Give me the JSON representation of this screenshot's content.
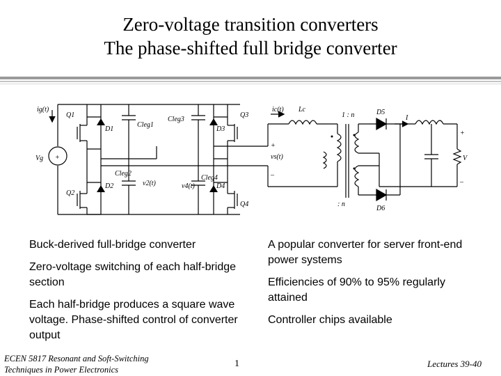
{
  "slide": {
    "title_line1": "Zero-voltage transition converters",
    "title_line2": "The phase-shifted full bridge converter"
  },
  "schematic": {
    "labels": {
      "ig": "ig(t)",
      "vg": "Vg",
      "q1": "Q1",
      "d1": "D1",
      "q2": "Q2",
      "d2": "D2",
      "q3": "Q3",
      "d3": "D3",
      "q4": "Q4",
      "d4": "D4",
      "cleg1": "Cleg1",
      "cleg2": "Cleg2",
      "cleg3": "Cleg3",
      "cleg4": "Cleg4",
      "v2": "v2(t)",
      "v4": "v4(t)",
      "ic": "ic(t)",
      "lc": "Lc",
      "ratio_top": "1 : n",
      "ratio_bottom": ": n",
      "vs": "vs(t)",
      "d5": "D5",
      "d6": "D6",
      "i": "I",
      "v": "V",
      "plus": "+",
      "minus": "–"
    }
  },
  "left_bullets": [
    "Buck-derived full-bridge converter",
    "Zero-voltage switching of each half-bridge section",
    "Each half-bridge produces a square wave voltage. Phase-shifted control of converter output"
  ],
  "right_bullets": [
    "A popular converter for server front-end power systems",
    "Efficiencies of 90% to 95% regularly attained",
    "Controller chips available"
  ],
  "footer": {
    "course_line1": "ECEN 5817  Resonant and Soft-Switching",
    "course_line2": "Techniques in Power Electronics",
    "page_number": "1",
    "lectures": "Lectures 39-40"
  }
}
